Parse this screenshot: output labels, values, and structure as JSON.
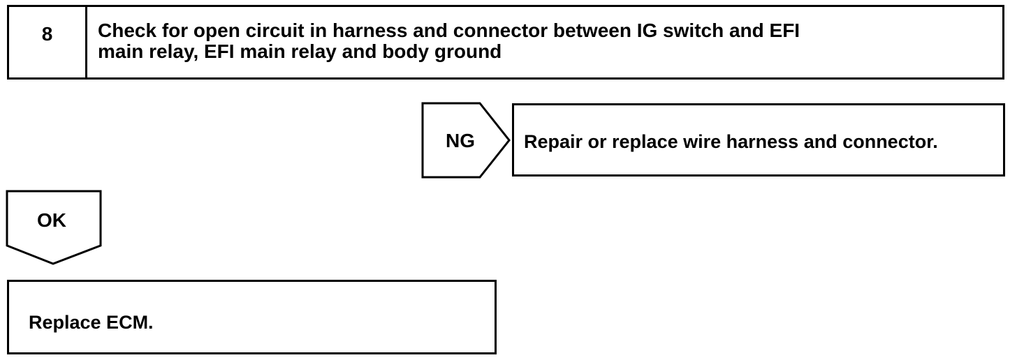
{
  "step": {
    "number": "8",
    "title_line1": "Check for open circuit in harness and connector between IG switch and EFI",
    "title_line2": "main relay, EFI main relay and body ground"
  },
  "ng_branch": {
    "label": "NG",
    "action": "Repair or replace wire harness and connector."
  },
  "ok_branch": {
    "label": "OK",
    "action": "Replace ECM."
  }
}
